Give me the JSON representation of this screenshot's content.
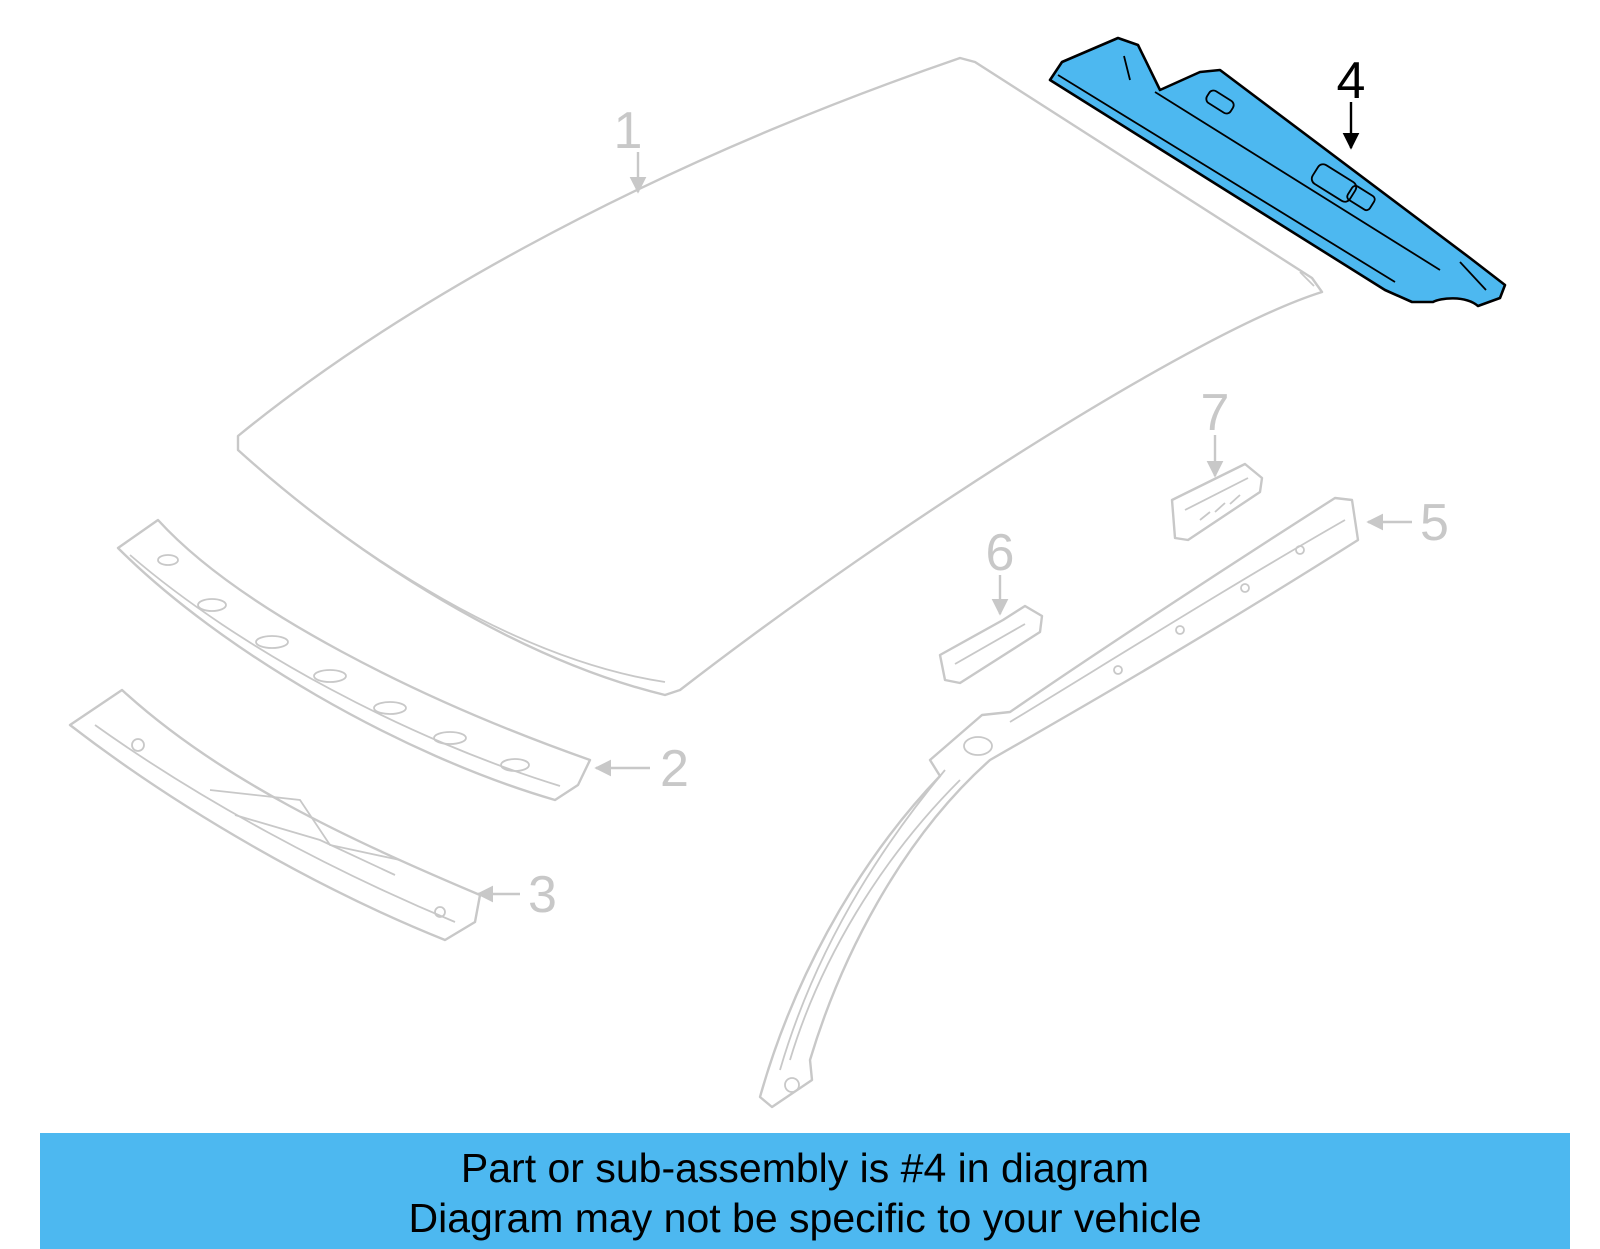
{
  "diagram": {
    "highlight_color": "#4db8f0",
    "part_color": "#c8c8c8",
    "active_part": "4",
    "callouts": {
      "c1": "1",
      "c2": "2",
      "c3": "3",
      "c4": "4",
      "c5": "5",
      "c6": "6",
      "c7": "7"
    }
  },
  "banner": {
    "line1": "Part or sub-assembly is #4 in diagram",
    "line2": "Diagram may not be specific to your vehicle"
  }
}
